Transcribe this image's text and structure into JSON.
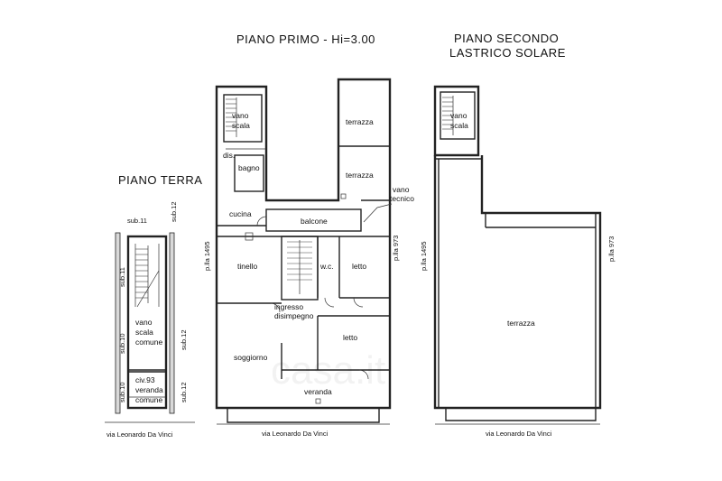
{
  "titles": {
    "piano_primo": "PIANO PRIMO - Hi=3.00",
    "piano_secondo_l1": "PIANO SECONDO",
    "piano_secondo_l2": "LASTRICO SOLARE",
    "piano_terra": "PIANO TERRA"
  },
  "piano_terra": {
    "sub11_top": "sub.11",
    "sub12_top": "sub.12",
    "sub11_left": "sub.11",
    "sub10_left": "sub.10",
    "sub12_right": "sub.12",
    "sub10_bottom": "sub.10",
    "sub12_bottom": "sub.12",
    "vano": "vano",
    "scala": "scala",
    "comune": "comune",
    "civ": "civ.93",
    "veranda": "veranda",
    "veranda_comune": "comune",
    "street": "via Leonardo Da Vinci"
  },
  "piano_primo": {
    "vano": "vano",
    "scala": "scala",
    "dis": "dis.",
    "bagno": "bagno",
    "terrazza_1": "terrazza",
    "terrazza_2": "terrazza",
    "vano_tecnico_1": "vano",
    "vano_tecnico_2": "tecnico",
    "cucina": "cucina",
    "balcone": "balcone",
    "tinello": "tinello",
    "wc": "w.c.",
    "letto_1": "letto",
    "ingresso": "ingresso",
    "disimpegno": "disimpegno",
    "letto_2": "letto",
    "soggiorno": "soggiorno",
    "veranda": "veranda",
    "plla_left": "p.lla 1495",
    "plla_right": "p.lla 973",
    "street": "via Leonardo Da Vinci"
  },
  "piano_secondo": {
    "vano": "vano",
    "scala": "scala",
    "terrazza": "terrazza",
    "plla_left": "p.lla 1495",
    "plla_right": "p.lla 973",
    "street": "via Leonardo Da Vinci"
  },
  "watermark": "casa.it"
}
